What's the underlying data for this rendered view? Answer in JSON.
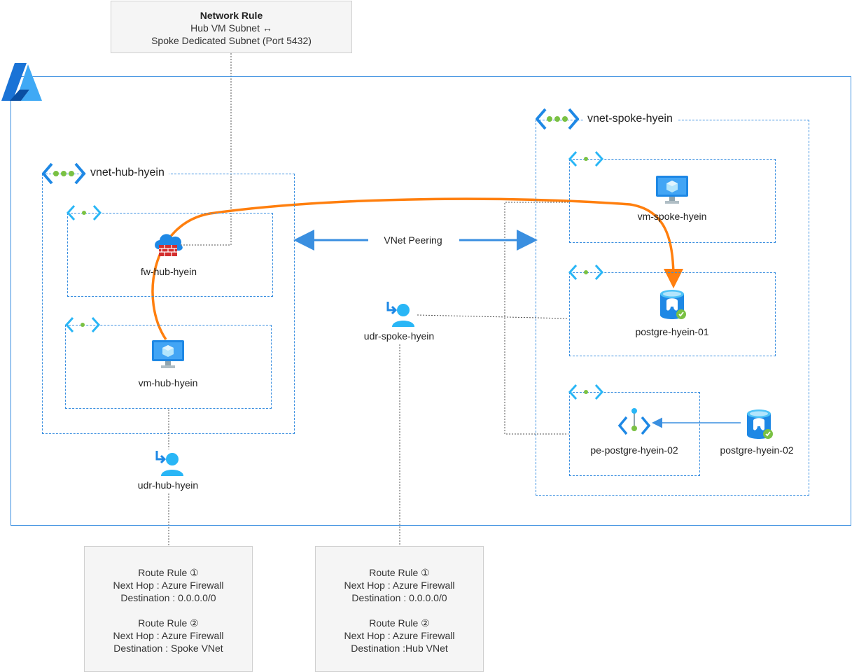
{
  "network_rule": {
    "title": "Network Rule",
    "line1": "Hub VM Subnet ↔",
    "line2": "Spoke Dedicated Subnet (Port 5432)"
  },
  "hub": {
    "vnet_name": "vnet-hub-hyein",
    "firewall": "fw-hub-hyein",
    "vm": "vm-hub-hyein",
    "udr": "udr-hub-hyein"
  },
  "spoke": {
    "vnet_name": "vnet-spoke-hyein",
    "vm": "vm-spoke-hyein",
    "db1": "postgre-hyein-01",
    "private_endpoint": "pe-postgre-hyein-02",
    "db2": "postgre-hyein-02",
    "udr": "udr-spoke-hyein"
  },
  "peering_label": "VNet Peering",
  "hub_routes": {
    "r1_title": "Route Rule ①",
    "r1_hop": "Next Hop : Azure Firewall",
    "r1_dest": "Destination : 0.0.0.0/0",
    "r2_title": "Route Rule ②",
    "r2_hop": "Next Hop : Azure Firewall",
    "r2_dest": "Destination : Spoke VNet"
  },
  "spoke_routes": {
    "r1_title": "Route Rule ①",
    "r1_hop": "Next Hop : Azure Firewall",
    "r1_dest": "Destination : 0.0.0.0/0",
    "r2_title": "Route Rule ②",
    "r2_hop": "Next Hop : Azure Firewall",
    "r2_dest": "Destination :Hub VNet"
  },
  "colors": {
    "azure_blue": "#3a8fe0",
    "flow_orange": "#ff7f0e",
    "subnet_dots": "#7ac143"
  }
}
